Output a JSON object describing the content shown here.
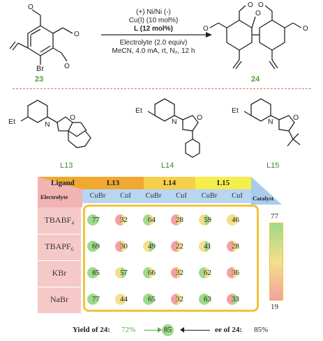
{
  "reaction": {
    "conditions": [
      "(+) Ni/Ni (-)",
      "Cu(I) (10 mol%)",
      "L (12 mol%)",
      "Electrolyte  (2.0 equiv)",
      "MeCN, 4.0 mA, rt, N₂, 12 h"
    ],
    "substrate_label": "23",
    "product_label": "24",
    "br_label": "Br"
  },
  "ligands": [
    {
      "name": "L13",
      "et": "Et",
      "n": "N",
      "o": "O"
    },
    {
      "name": "L14",
      "et": "Et",
      "n": "N",
      "o": "O"
    },
    {
      "name": "L15",
      "et": "Et",
      "n": "N",
      "o": "O"
    }
  ],
  "table": {
    "ligand_header": "Ligand",
    "electrolyte_header": "Electrolyte",
    "catalyst_header": "Catalyst",
    "ligand_groups": [
      "L13",
      "L14",
      "L15"
    ],
    "catalysts": [
      "CuBr",
      "CuI",
      "CuBr",
      "CuI",
      "CuBr",
      "CuI"
    ],
    "rows": [
      {
        "electrolyte": "TBABF₄",
        "values": [
          77,
          32,
          64,
          28,
          59,
          46
        ]
      },
      {
        "electrolyte": "TBAPF₆",
        "values": [
          69,
          30,
          49,
          22,
          41,
          28
        ]
      },
      {
        "electrolyte": "KBr",
        "values": [
          85,
          57,
          66,
          32,
          62,
          36
        ]
      },
      {
        "electrolyte": "NaBr",
        "values": [
          77,
          44,
          65,
          32,
          63,
          33
        ]
      }
    ],
    "scale_max": "77",
    "scale_min": "19",
    "colors": {
      "good": "#9ed98a",
      "mid": "#f3e08a",
      "bad": "#f3a0a0",
      "header_orange": "#f0a830",
      "header_yellow": "#f6e24a",
      "frame": "#f2c23a"
    }
  },
  "legend": {
    "yield_label": "Yield of 24:",
    "yield_value": "72%",
    "center_value": "85",
    "ee_label": "ee of 24:",
    "ee_value": "85%"
  }
}
